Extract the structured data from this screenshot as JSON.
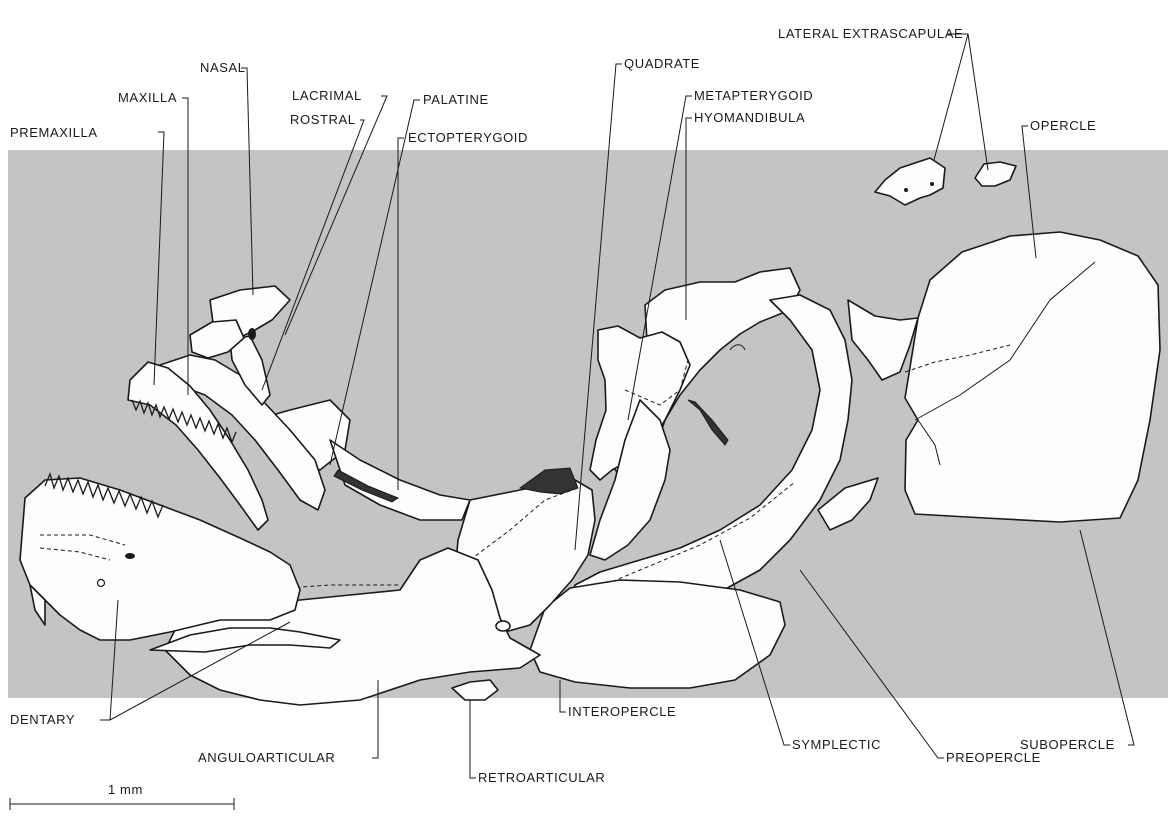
{
  "labels": {
    "lateral_extrascapulae": "LATERAL EXTRASCAPULAE",
    "nasal": "NASAL",
    "maxilla": "MAXILLA",
    "premaxilla": "PREMAXILLA",
    "lacrimal": "LACRIMAL",
    "rostral": "ROSTRAL",
    "palatine": "PALATINE",
    "ectopterygoid": "ECTOPTERYGOID",
    "quadrate": "QUADRATE",
    "metapterygoid": "METAPTERYGOID",
    "hyomandibula": "HYOMANDIBULA",
    "opercle": "OPERCLE",
    "dentary": "DENTARY",
    "anguloarticular": "ANGULOARTICULAR",
    "retroarticular": "RETROARTICULAR",
    "interopercle": "INTEROPERCLE",
    "symplectic": "SYMPLECTIC",
    "subopercle": "SUBOPERCLE",
    "preopercle": "PREOPERCLE"
  },
  "scale_bar": {
    "label": "1 mm"
  },
  "colors": {
    "background_band": "#c4c4c4",
    "bone": "#fdfdfb",
    "ink": "#1a1a1a"
  }
}
